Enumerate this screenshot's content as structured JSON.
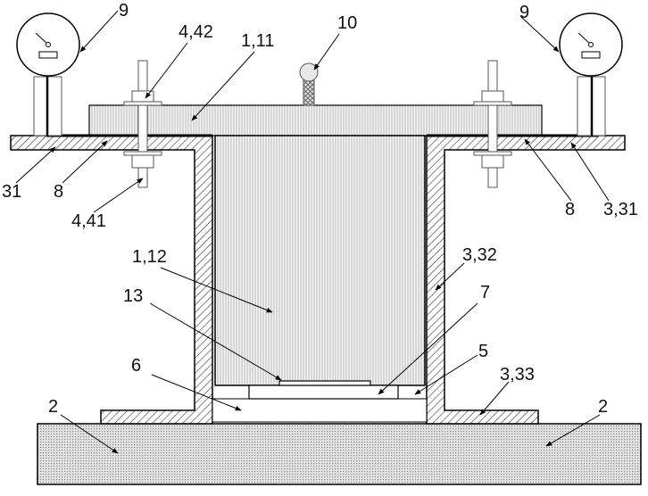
{
  "figure": {
    "labels": {
      "gauge_left": "9",
      "gauge_right": "9",
      "nut_upper": "4,42",
      "top_block": "1,11",
      "ball": "10",
      "flange_left": "31",
      "gasket_left": "8",
      "nut_lower": "4,41",
      "gasket_right": "8",
      "flange_right": "3,31",
      "body": "1,12",
      "wall": "3,32",
      "plate_small": "13",
      "plate_mid": "7",
      "layer_bottom": "6",
      "layer_side": "5",
      "foot_flange": "3,33",
      "ground_left": "2",
      "ground_right": "2"
    }
  }
}
